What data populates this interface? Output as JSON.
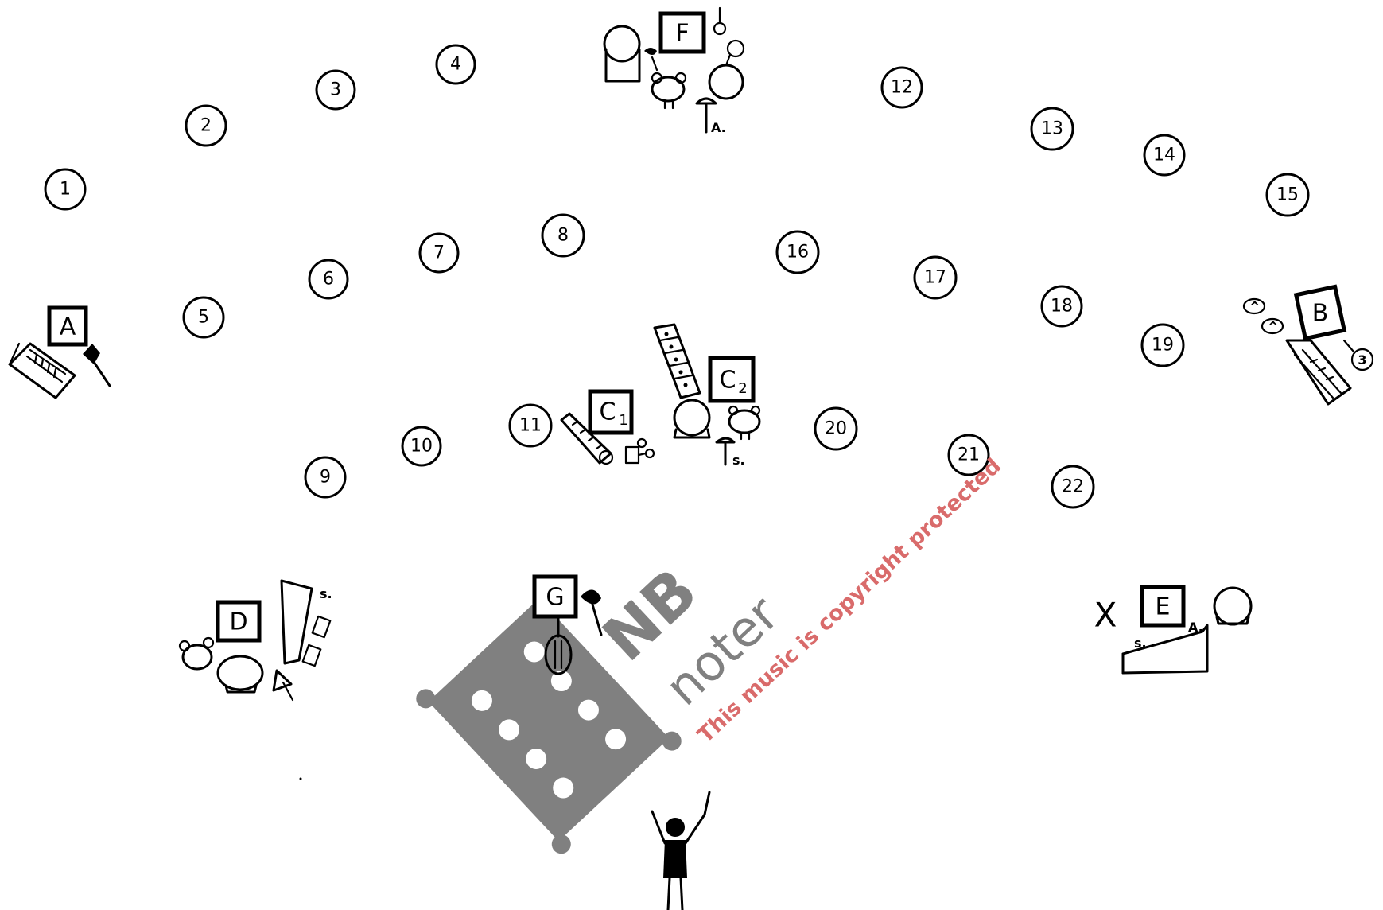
{
  "musicians": [
    "1",
    "2",
    "3",
    "4",
    "5",
    "6",
    "7",
    "8",
    "9",
    "10",
    "11",
    "12",
    "13",
    "14",
    "15",
    "16",
    "17",
    "18",
    "19",
    "20",
    "21",
    "22"
  ],
  "groups": {
    "A": "A",
    "B": "B",
    "C1": {
      "letter": "C",
      "sub": "1"
    },
    "C2": {
      "letter": "C",
      "sub": "2"
    },
    "D": "D",
    "E": "E",
    "F": "F",
    "G": "G"
  },
  "annotations": {
    "f_alto": "A.",
    "c_ts": "s.",
    "d_s": "s.",
    "e_s": "s.",
    "e_a": "A.",
    "e_x": "X",
    "b_small": "^"
  },
  "watermark": {
    "brand_top": "NB",
    "brand_bottom": "noter",
    "notice": "This music is copyright protected",
    "gray": "#808080",
    "notice_color": "#d96b6b"
  }
}
